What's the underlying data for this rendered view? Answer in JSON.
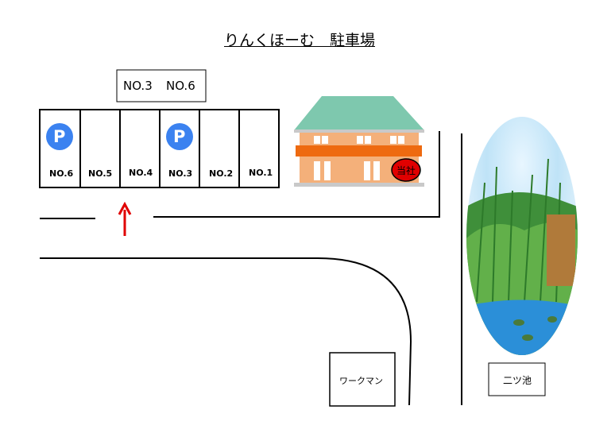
{
  "title": "りんくほーむ　駐車場",
  "reserved_box": {
    "label1": "NO.3",
    "label2": "NO.6"
  },
  "stalls": [
    {
      "label": "NO.6",
      "parking_icon": true
    },
    {
      "label": "NO.5",
      "parking_icon": false
    },
    {
      "label": "NO.4",
      "parking_icon": false
    },
    {
      "label": "NO.3",
      "parking_icon": true
    },
    {
      "label": "NO.2",
      "parking_icon": false
    },
    {
      "label": "NO.1",
      "parking_icon": false
    }
  ],
  "parking_icon_text": "P",
  "building_badge": "当社",
  "landmarks": {
    "workman": "ワークマン",
    "pond": "二ツ池"
  },
  "colors": {
    "parking": "#3b82f0",
    "roof": "#7ec8ae",
    "wall": "#f4b07a",
    "band": "#ee6a10",
    "badge": "#e00000",
    "arrow": "#e00000"
  }
}
